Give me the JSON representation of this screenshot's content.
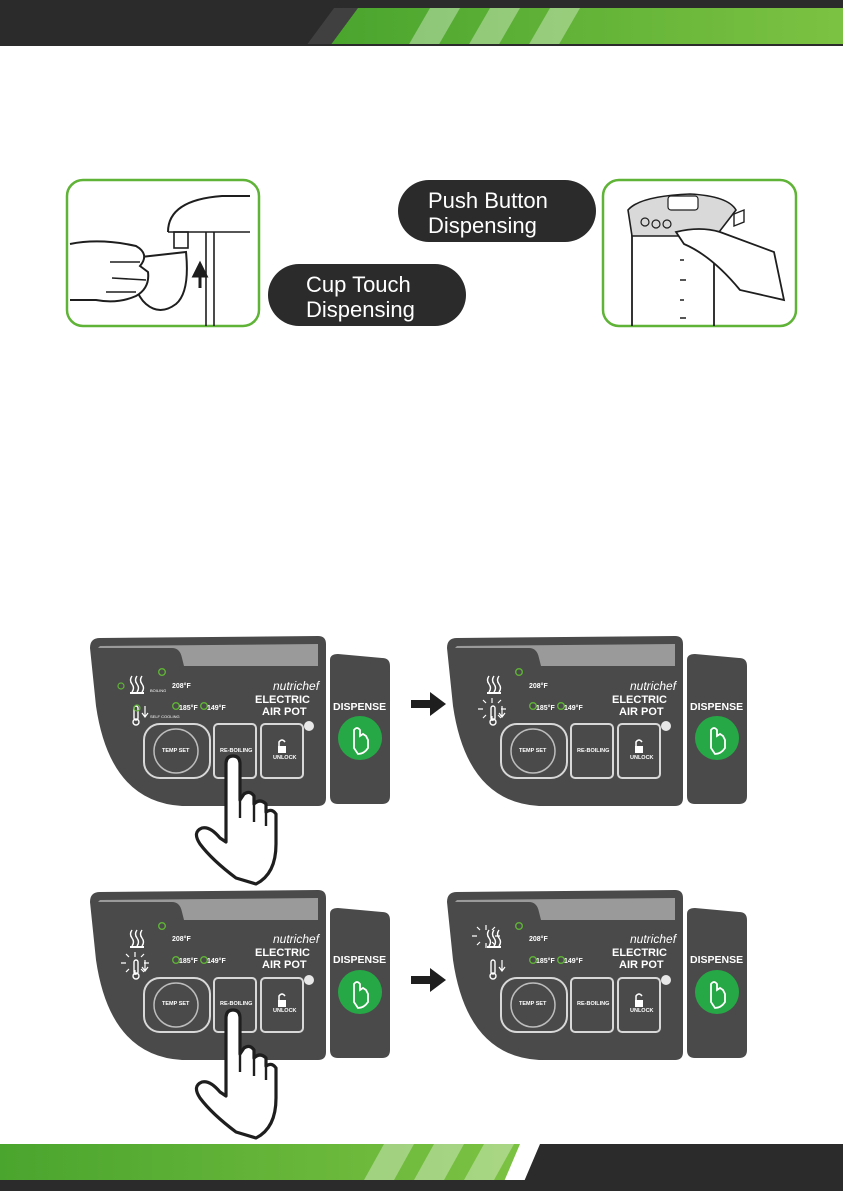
{
  "labels": {
    "push_button_line1": "Push Button",
    "push_button_line2": "Dispensing",
    "cup_touch_line1": "Cup Touch",
    "cup_touch_line2": "Dispensing"
  },
  "panel": {
    "brand": "nutrichef",
    "product_line1": "ELECTRIC",
    "product_line2": "AIR POT",
    "temp_208": "208°F",
    "temp_185": "185°F",
    "temp_149": "149°F",
    "boiling_label": "BOILING",
    "self_cooling_label": "SELF COOLING",
    "temp_set": "TEMP SET",
    "re_boiling": "RE-BOILING",
    "unlock": "UNLOCK",
    "dispense": "DISPENSE"
  },
  "colors": {
    "accent_green": "#5fb336",
    "dark": "#2b2b2b",
    "panel_dark": "#4a4a4a",
    "panel_light": "#9a9a9a",
    "dispense_green": "#27a846"
  },
  "icons": [
    "cup-hand-illustration",
    "air-pot-illustration",
    "hand-pointer-icon",
    "arrow-right-icon",
    "steam-icon",
    "thermometer-icon",
    "sun-glow-icon",
    "lock-open-icon",
    "hand-press-icon"
  ]
}
